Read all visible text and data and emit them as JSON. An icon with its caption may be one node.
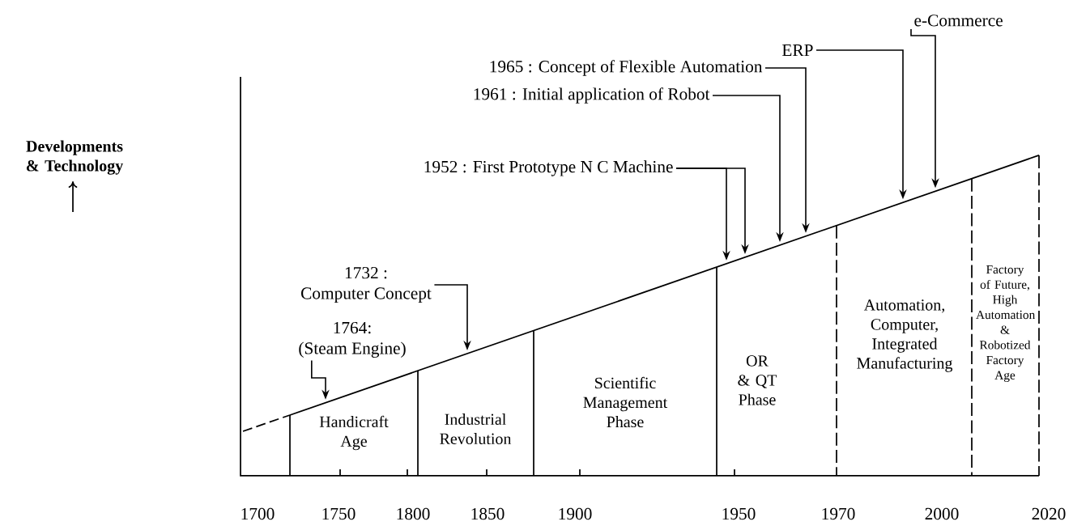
{
  "diagram": {
    "nodes": [
      {
        "text": [
          "1764:",
          "(Steam Engine)"
        ]
      },
      {
        "text": [
          "1732 :",
          "Computer Concept"
        ]
      },
      {
        "text": [
          "1952 : First Prototype N C Machine"
        ]
      },
      {
        "text": [
          "1961 : Initial application of Robot"
        ]
      },
      {
        "text": [
          "1965 : Concept of Flexible Automation"
        ]
      },
      {
        "text": [
          "ERP"
        ]
      },
      {
        "text": [
          "e-Commerce"
        ]
      }
    ],
    "edges": [
      {
        "from": 0,
        "to": null,
        "arrow": "to"
      },
      {
        "from": 1,
        "to": null,
        "arrow": "to"
      },
      {
        "from": 2,
        "to": null,
        "arrow": "to"
      },
      {
        "from": 2,
        "to": null,
        "arrow": "to"
      },
      {
        "from": 3,
        "to": null,
        "arrow": "to"
      },
      {
        "from": 4,
        "to": null,
        "arrow": "to"
      },
      {
        "from": 5,
        "to": null,
        "arrow": "to"
      },
      {
        "from": 6,
        "to": null,
        "arrow": "to"
      }
    ],
    "labels": [
      "Developments & Technology",
      "Handicraft Age",
      "Industrial Revolution",
      "Scientific Management Phase",
      "OR & QT Phase",
      "Automation, Computer, Integrated Manufacturing",
      "Factory of Future, High Automation & Robotized Factory Age",
      "1700",
      "1750",
      "1800",
      "1850",
      "1900",
      "1950",
      "1970",
      "2000",
      "2020"
    ]
  }
}
